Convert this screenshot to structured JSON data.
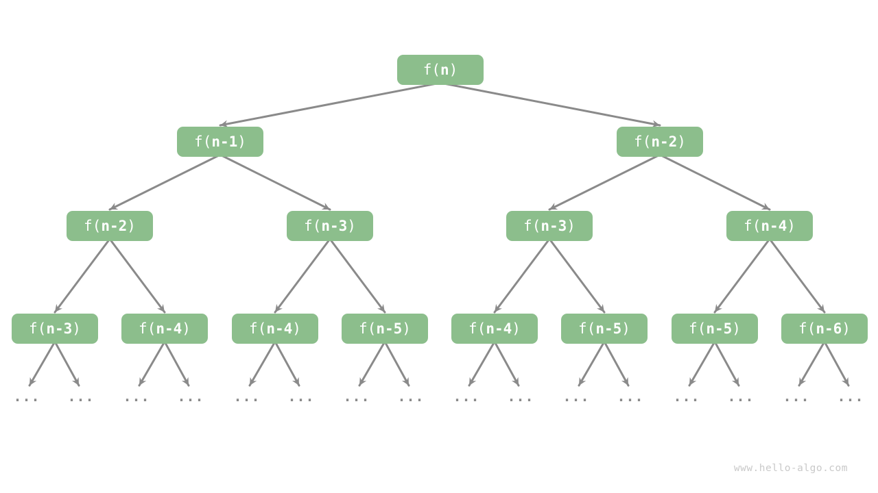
{
  "diagram_type": "recursion-tree",
  "watermark": "www.hello-algo.com",
  "ellipsis": "...",
  "colors": {
    "background": "#ffffff",
    "node_fill": "#8cbe8c",
    "node_text": "#ffffff",
    "arrow": "#8a8a8a",
    "ellipsis_dots": "#8a8a8a",
    "watermark_text": "#c9c9c9"
  },
  "nodes": [
    {
      "label": "f(n)",
      "prefix": "f(",
      "arg": "n",
      "suffix": ")",
      "level": 0
    },
    {
      "label": "f(n-1)",
      "prefix": "f(",
      "arg": "n-1",
      "suffix": ")",
      "level": 1
    },
    {
      "label": "f(n-2)",
      "prefix": "f(",
      "arg": "n-2",
      "suffix": ")",
      "level": 1
    },
    {
      "label": "f(n-2)",
      "prefix": "f(",
      "arg": "n-2",
      "suffix": ")",
      "level": 2
    },
    {
      "label": "f(n-3)",
      "prefix": "f(",
      "arg": "n-3",
      "suffix": ")",
      "level": 2
    },
    {
      "label": "f(n-3)",
      "prefix": "f(",
      "arg": "n-3",
      "suffix": ")",
      "level": 2
    },
    {
      "label": "f(n-4)",
      "prefix": "f(",
      "arg": "n-4",
      "suffix": ")",
      "level": 2
    },
    {
      "label": "f(n-3)",
      "prefix": "f(",
      "arg": "n-3",
      "suffix": ")",
      "level": 3
    },
    {
      "label": "f(n-4)",
      "prefix": "f(",
      "arg": "n-4",
      "suffix": ")",
      "level": 3
    },
    {
      "label": "f(n-4)",
      "prefix": "f(",
      "arg": "n-4",
      "suffix": ")",
      "level": 3
    },
    {
      "label": "f(n-5)",
      "prefix": "f(",
      "arg": "n-5",
      "suffix": ")",
      "level": 3
    },
    {
      "label": "f(n-4)",
      "prefix": "f(",
      "arg": "n-4",
      "suffix": ")",
      "level": 3
    },
    {
      "label": "f(n-5)",
      "prefix": "f(",
      "arg": "n-5",
      "suffix": ")",
      "level": 3
    },
    {
      "label": "f(n-5)",
      "prefix": "f(",
      "arg": "n-5",
      "suffix": ")",
      "level": 3
    },
    {
      "label": "f(n-6)",
      "prefix": "f(",
      "arg": "n-6",
      "suffix": ")",
      "level": 3
    }
  ],
  "edges": [
    [
      0,
      1
    ],
    [
      0,
      2
    ],
    [
      1,
      3
    ],
    [
      1,
      4
    ],
    [
      2,
      5
    ],
    [
      2,
      6
    ],
    [
      3,
      7
    ],
    [
      3,
      8
    ],
    [
      4,
      9
    ],
    [
      4,
      10
    ],
    [
      5,
      11
    ],
    [
      5,
      12
    ],
    [
      6,
      13
    ],
    [
      6,
      14
    ]
  ],
  "level3_leaf_children": "each level-3 node points to two ellipsis leaves",
  "levels": [
    [
      "f(n)"
    ],
    [
      "f(n-1)",
      "f(n-2)"
    ],
    [
      "f(n-2)",
      "f(n-3)",
      "f(n-3)",
      "f(n-4)"
    ],
    [
      "f(n-3)",
      "f(n-4)",
      "f(n-4)",
      "f(n-5)",
      "f(n-4)",
      "f(n-5)",
      "f(n-5)",
      "f(n-6)"
    ]
  ]
}
